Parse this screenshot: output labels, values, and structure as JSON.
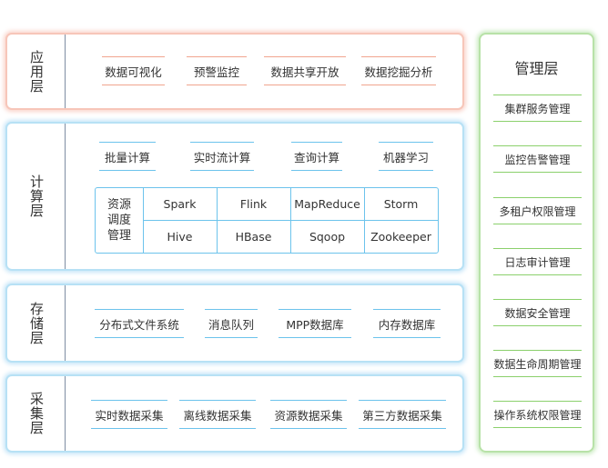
{
  "layers": {
    "application": {
      "title": "应用层",
      "items": [
        "数据可视化",
        "预警监控",
        "数据共享开放",
        "数据挖掘分析"
      ]
    },
    "compute": {
      "title": "计算层",
      "items": [
        "批量计算",
        "实时流计算",
        "查询计算",
        "机器学习"
      ],
      "scheduling": {
        "label": "资源调度管理",
        "row1": [
          "Spark",
          "Flink",
          "MapReduce",
          "Storm"
        ],
        "row2": [
          "Hive",
          "HBase",
          "Sqoop",
          "Zookeeper"
        ]
      }
    },
    "storage": {
      "title": "存储层",
      "items": [
        "分布式文件系统",
        "消息队列",
        "MPP数据库",
        "内存数据库"
      ]
    },
    "collection": {
      "title": "采集层",
      "items": [
        "实时数据采集",
        "离线数据采集",
        "资源数据采集",
        "第三方数据采集"
      ]
    }
  },
  "management": {
    "title": "管理层",
    "items": [
      "集群服务管理",
      "监控告警管理",
      "多租户权限管理",
      "日志审计管理",
      "数据安全管理",
      "数据生命周期管理",
      "操作系统权限管理"
    ]
  },
  "colors": {
    "application_border": "#f1a58f",
    "blue_border": "#6cc3ec",
    "management_border": "#8bd06c",
    "divider": "#7f8ea3"
  }
}
